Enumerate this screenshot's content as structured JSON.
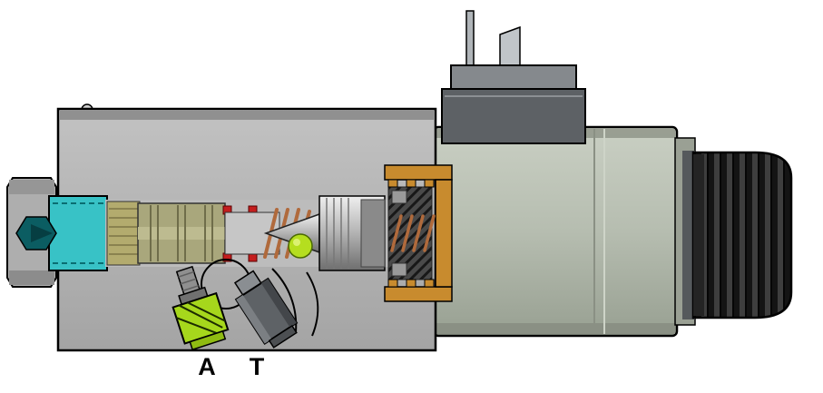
{
  "figure": {
    "port_labels": {
      "a": "A",
      "t": "T"
    }
  },
  "parts": {
    "left_plug": "adjustment-plug",
    "valve_body": "valve-body",
    "spool": "spool",
    "poppet": "poppet-and-spring",
    "armature_tube": "armature-tube",
    "solenoid_coil": "solenoid-coil",
    "connector": "electrical-connector",
    "knob": "manual-override-knob",
    "port_a": "port-a-fitting",
    "port_t": "port-t-fitting"
  },
  "colors": {
    "background": "#ffffff",
    "outline": "#000000",
    "body_gray": "#b2b2b2",
    "body_top_strip": "#909090",
    "hex_head_gray": "#aeaeae",
    "teal_plug": "#38c2c6",
    "socket_teal_dark": "#0b5d62",
    "thread_brass": "#b3ab6e",
    "spool_brass": "#a9a77c",
    "seal_red": "#c41e1e",
    "spring_copper": "#b06a3c",
    "ball_green": "#b5de1f",
    "armature_orange": "#c88b2e",
    "solenoid_green_gray": "#b6bdb0",
    "connector_dark": "#5d6165",
    "connector_top": "#85898d",
    "blade_silver": "#b0b5b9",
    "knob_black": "#161616",
    "collar_gray": "#9aa094",
    "port_a_green": "#a6d71c",
    "port_t_gray": "#5e6266"
  }
}
